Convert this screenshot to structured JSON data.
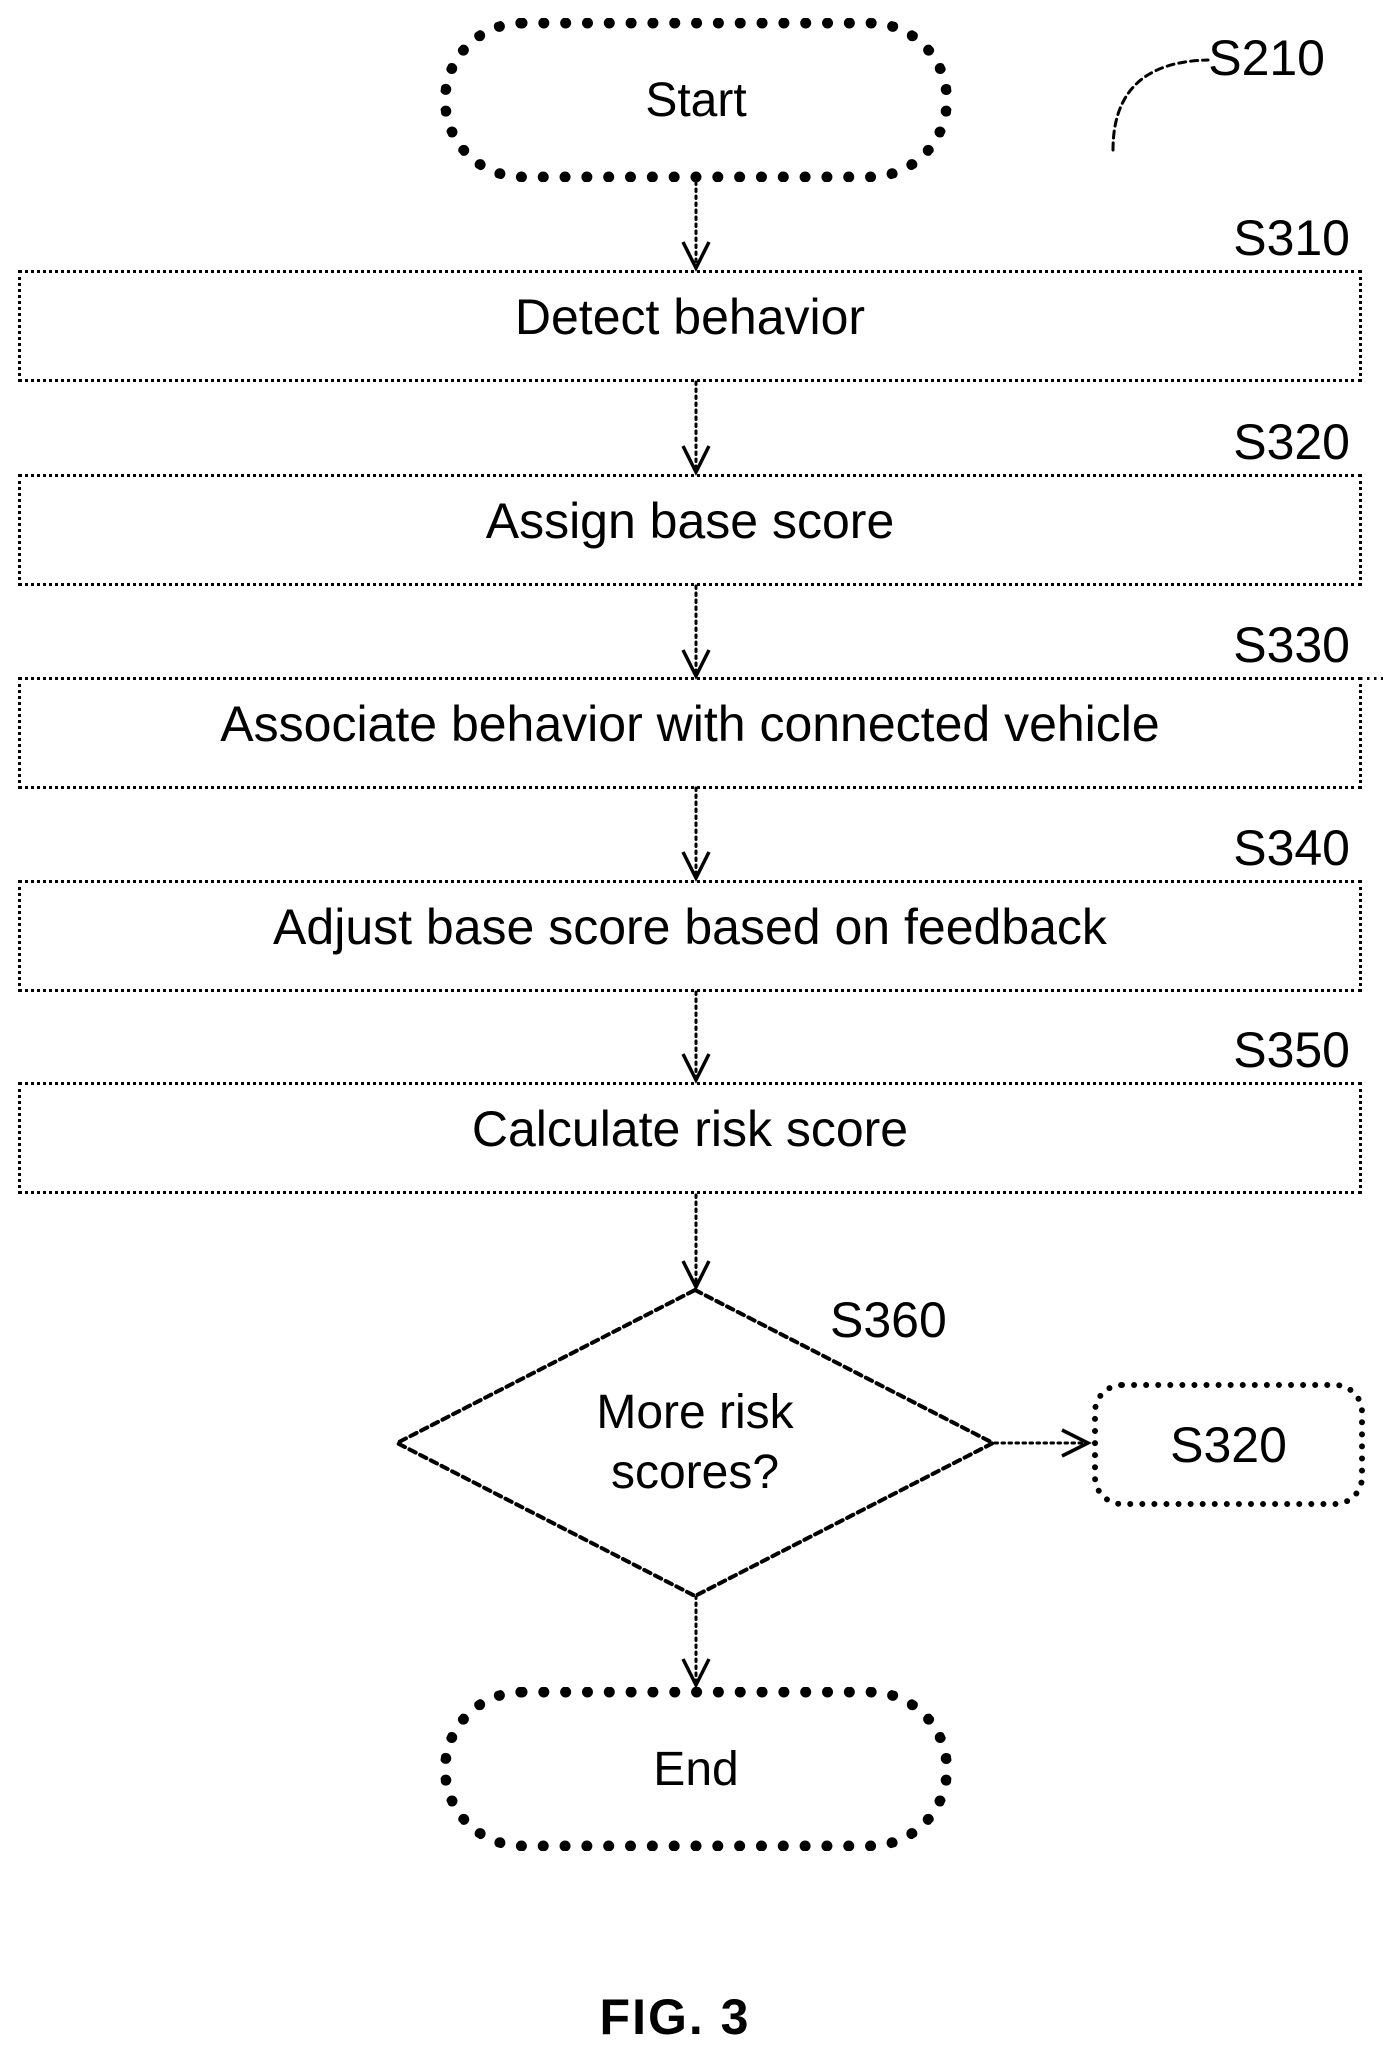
{
  "figure": {
    "ref": "S210",
    "caption": "FIG. 3"
  },
  "flow": {
    "start": {
      "label": "Start"
    },
    "steps": [
      {
        "ref": "S310",
        "label": "Detect behavior"
      },
      {
        "ref": "S320",
        "label": "Assign base score"
      },
      {
        "ref": "S330",
        "label": "Associate behavior with connected vehicle"
      },
      {
        "ref": "S340",
        "label": "Adjust base score based on feedback"
      },
      {
        "ref": "S350",
        "label": "Calculate risk score"
      }
    ],
    "decision": {
      "ref": "S360",
      "line1": "More risk",
      "line2": "scores?"
    },
    "loop_target": {
      "ref": "S320"
    },
    "end": {
      "label": "End"
    }
  },
  "colors": {
    "ink": "#000000",
    "paper": "#ffffff"
  }
}
